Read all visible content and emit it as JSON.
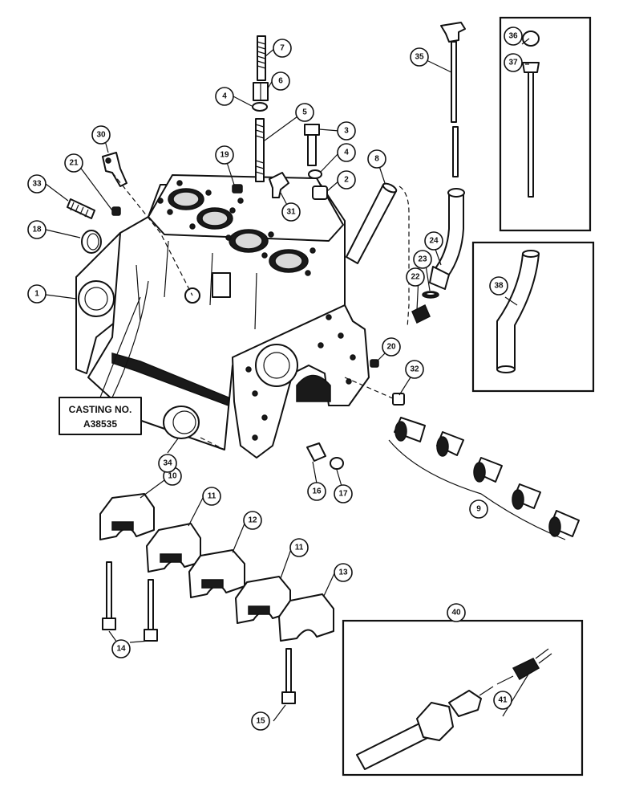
{
  "casting_label": {
    "line1": "CASTING NO.",
    "line2": "A38535"
  },
  "callouts": {
    "c1": "1",
    "c2": "2",
    "c3": "3",
    "c4a": "4",
    "c4b": "4",
    "c5": "5",
    "c6": "6",
    "c7": "7",
    "c8": "8",
    "c9": "9",
    "c10": "10",
    "c11a": "11",
    "c11b": "11",
    "c12": "12",
    "c13": "13",
    "c14": "14",
    "c15": "15",
    "c16": "16",
    "c17": "17",
    "c18": "18",
    "c19": "19",
    "c20": "20",
    "c21": "21",
    "c22": "22",
    "c23": "23",
    "c24": "24",
    "c30": "30",
    "c31": "31",
    "c32": "32",
    "c33": "33",
    "c34": "34",
    "c35": "35",
    "c36": "36",
    "c37": "37",
    "c38": "38",
    "c40": "40",
    "c41": "41"
  }
}
